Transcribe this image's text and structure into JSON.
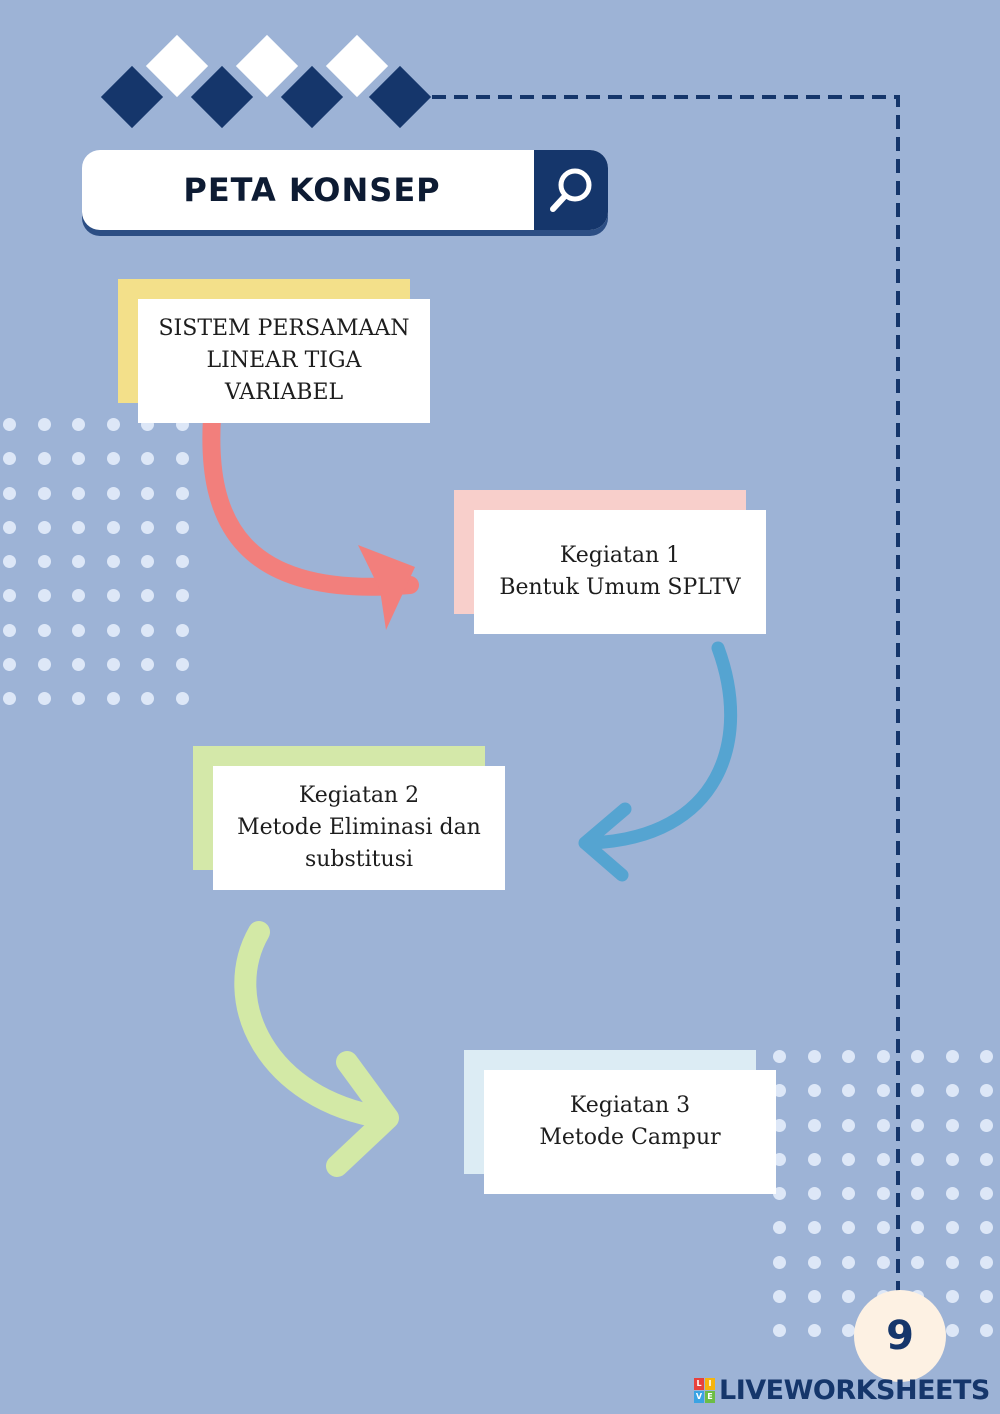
{
  "header": {
    "title": "PETA KONSEP",
    "search_icon": "search-icon"
  },
  "concept_map": {
    "main_topic": [
      "SISTEM PERSAMAAN",
      "LINEAR TIGA",
      "VARIABEL"
    ],
    "activity_1": [
      "Kegiatan 1",
      "Bentuk Umum SPLTV"
    ],
    "activity_2": [
      "Kegiatan 2",
      "Metode Eliminasi dan",
      "substitusi"
    ],
    "activity_3": [
      "Kegiatan 3",
      "Metode Campur"
    ]
  },
  "arrows": {
    "arrow_1_color": "#f27f7c",
    "arrow_2_color": "#55a4d1",
    "arrow_3_color": "#d3e9a6"
  },
  "card_accents": {
    "main": "#f3e08a",
    "k1": "#f8cfcb",
    "k2": "#d4e8a9",
    "k3": "#dcecf4"
  },
  "page": {
    "number": "9"
  },
  "footer": {
    "brand": "LIVEWORKSHEETS",
    "logo_letters": [
      "L",
      "I",
      "V",
      "E"
    ]
  },
  "colors": {
    "background": "#9db3d6",
    "navy": "#15366b"
  }
}
